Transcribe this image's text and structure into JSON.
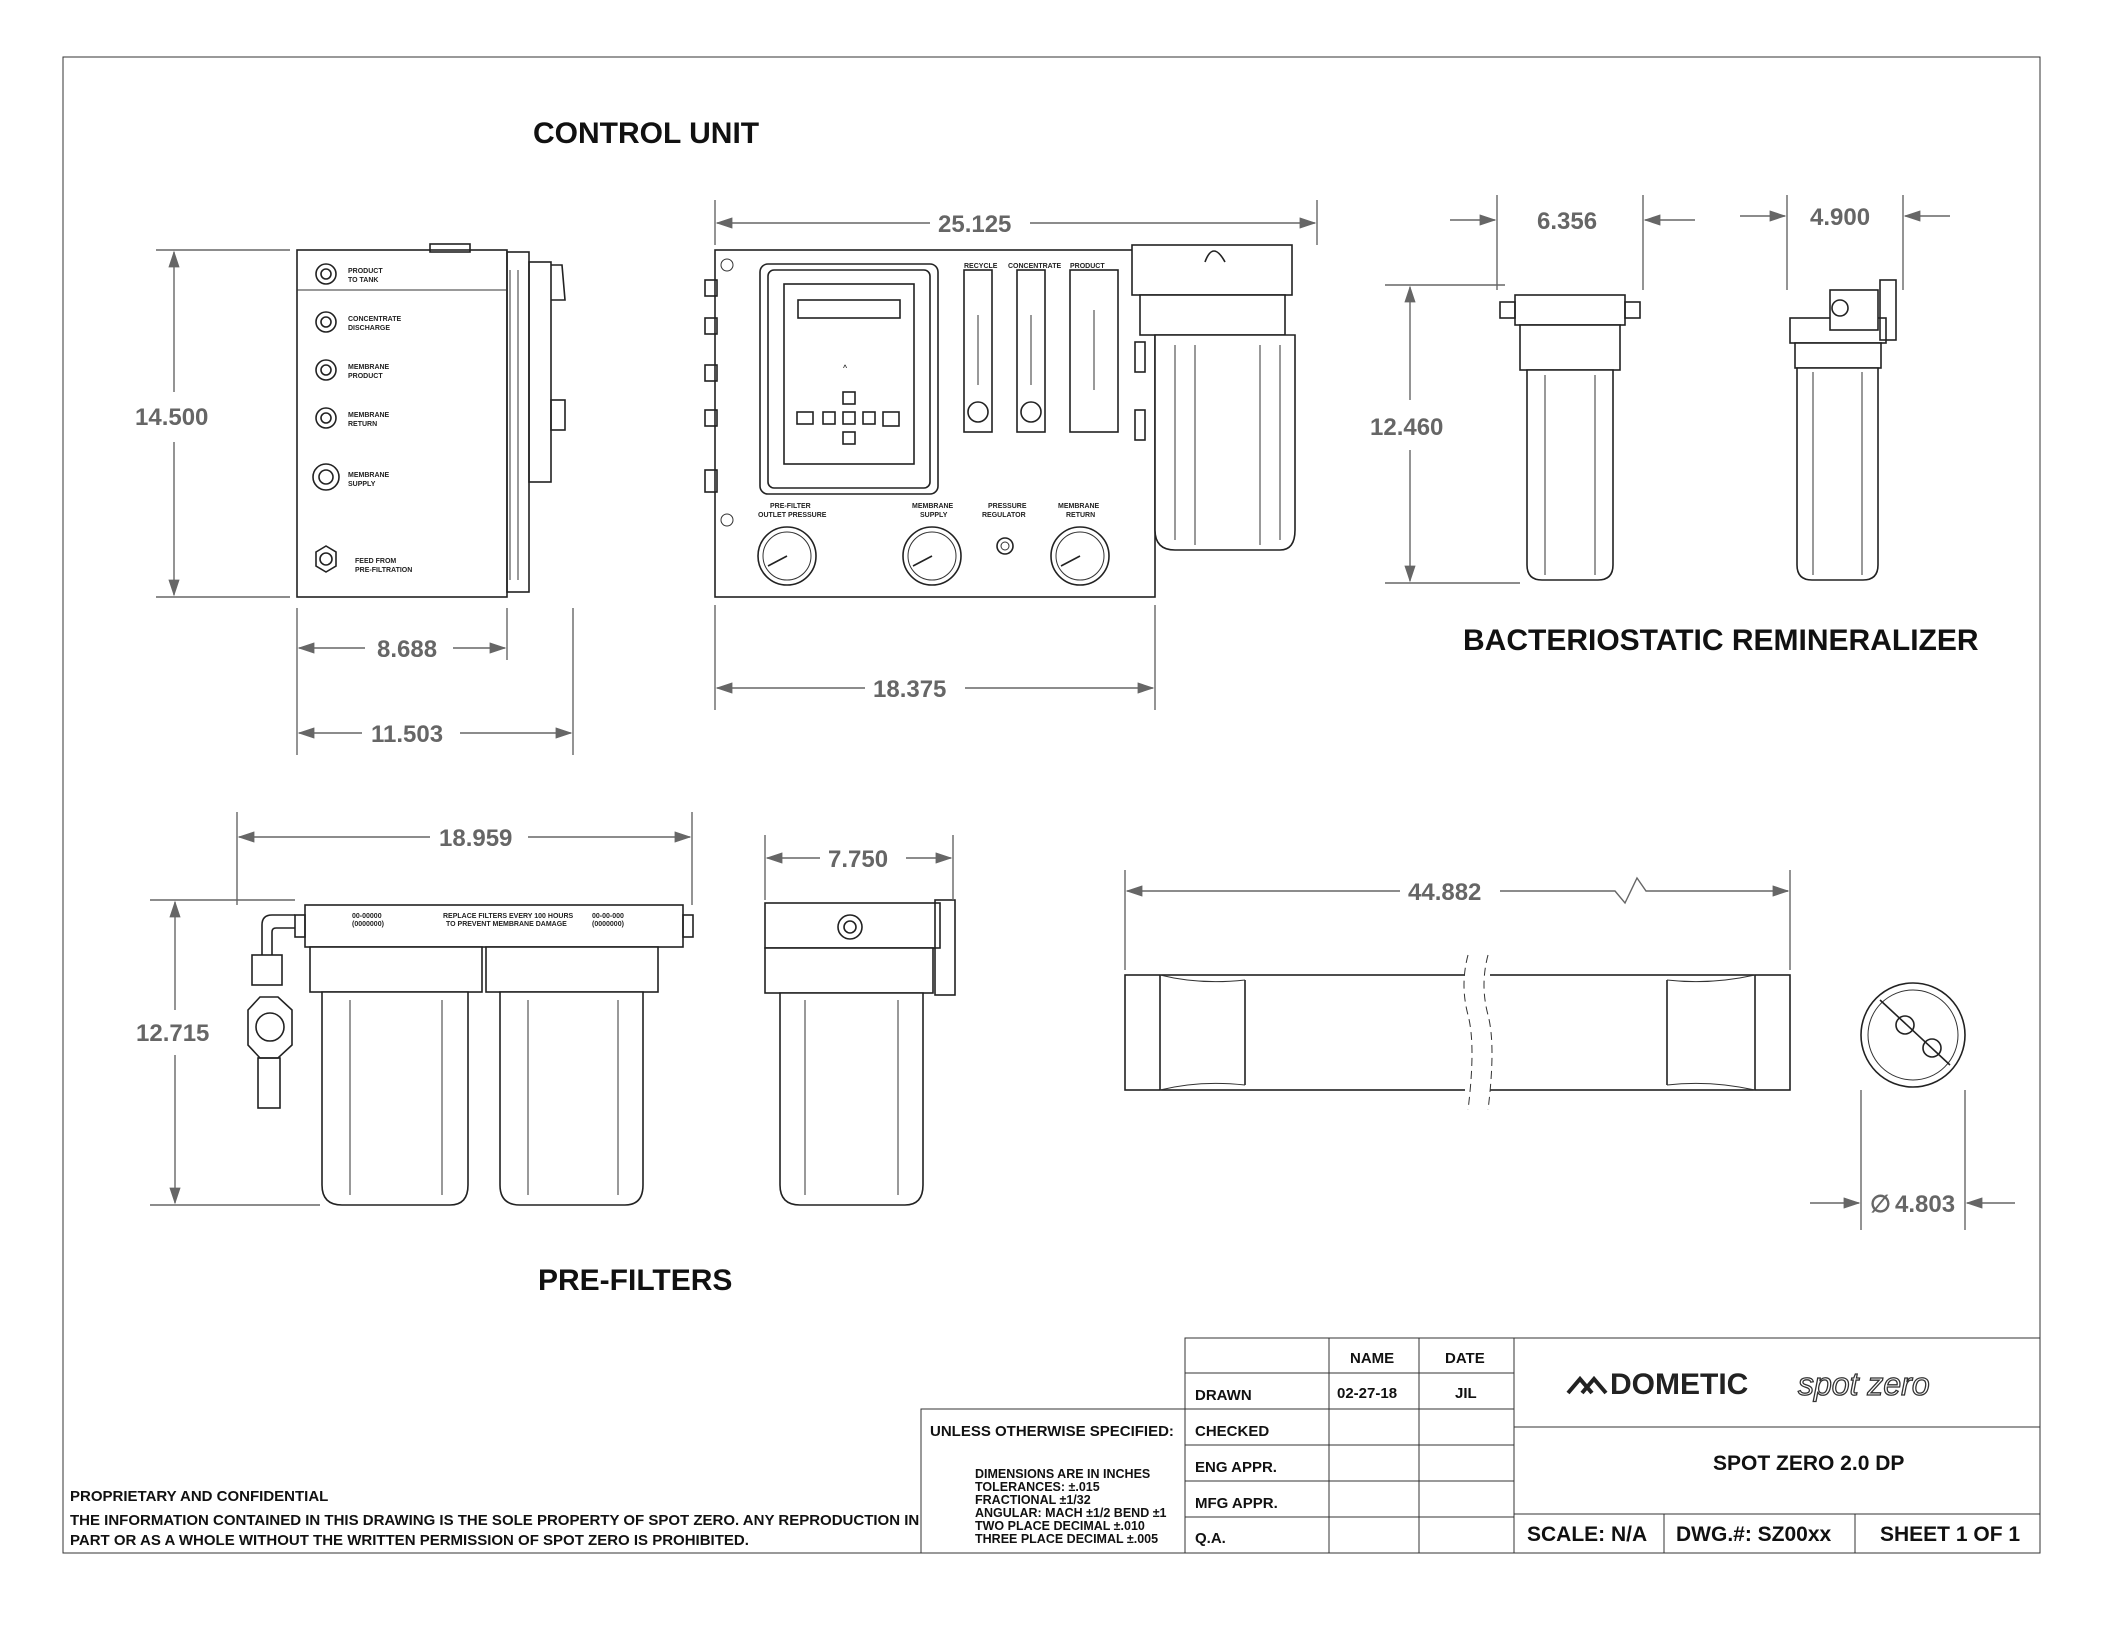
{
  "views": {
    "control_unit": {
      "title": "CONTROL UNIT"
    },
    "bacteriostatic": {
      "title": "BACTERIOSTATIC REMINERALIZER"
    },
    "prefilters": {
      "title": "PRE-FILTERS"
    }
  },
  "dimensions": {
    "cu_height": "14.500",
    "cu_depth_inner": "8.688",
    "cu_depth_outer": "11.503",
    "cu_width": "25.125",
    "cu_panel_width": "18.375",
    "br_width": "6.356",
    "br_side_width": "4.900",
    "br_height": "12.460",
    "pf_width": "18.959",
    "pf_height": "12.715",
    "pf_side_width": "7.750",
    "membrane_length": "44.882",
    "membrane_diameter": "4.803"
  },
  "side_labels": [
    {
      "line1": "PRODUCT",
      "line2": "TO TANK"
    },
    {
      "line1": "CONCENTRATE",
      "line2": "DISCHARGE"
    },
    {
      "line1": "MEMBRANE",
      "line2": "PRODUCT"
    },
    {
      "line1": "MEMBRANE",
      "line2": "RETURN"
    },
    {
      "line1": "MEMBRANE",
      "line2": "SUPPLY"
    },
    {
      "line1": "FEED FROM",
      "line2": "PRE-FILTRATION"
    }
  ],
  "front_labels": {
    "flow1": "RECYCLE",
    "flow2": "CONCENTRATE",
    "flow3": "PRODUCT",
    "gauge1": [
      "PRE-FILTER",
      "OUTLET PRESSURE"
    ],
    "gauge2": [
      "MEMBRANE",
      "SUPPLY"
    ],
    "regulator": [
      "PRESSURE",
      "REGULATOR"
    ],
    "gauge3": [
      "MEMBRANE",
      "RETURN"
    ]
  },
  "prefilter_labels": {
    "left": [
      "00-00000",
      "(0000000)"
    ],
    "center": [
      "REPLACE FILTERS EVERY 100 HOURS",
      "TO PREVENT MEMBRANE DAMAGE"
    ],
    "right": [
      "00-00-000",
      "(0000000)"
    ]
  },
  "title_block": {
    "name_header": "NAME",
    "date_header": "DATE",
    "rows": [
      {
        "label": "DRAWN",
        "name": "02-27-18",
        "date": "JIL"
      },
      {
        "label": "CHECKED",
        "name": "",
        "date": ""
      },
      {
        "label": "ENG APPR.",
        "name": "",
        "date": ""
      },
      {
        "label": "MFG APPR.",
        "name": "",
        "date": ""
      },
      {
        "label": "Q.A.",
        "name": "",
        "date": ""
      }
    ],
    "unless": "UNLESS OTHERWISE SPECIFIED:",
    "tolerances": [
      "DIMENSIONS ARE IN INCHES",
      "TOLERANCES: ±.015",
      "FRACTIONAL ±1/32",
      "ANGULAR: MACH ±1/2   BEND ±1",
      "TWO PLACE DECIMAL    ±.010",
      "THREE PLACE DECIMAL  ±.005"
    ],
    "brand1": "DOMETIC",
    "brand2": "spot zero",
    "drawing_title": "SPOT ZERO 2.0 DP",
    "scale": "SCALE: N/A",
    "dwg": "DWG.#: SZ00xx",
    "sheet": "SHEET 1 OF 1"
  },
  "notice": {
    "heading": "PROPRIETARY AND CONFIDENTIAL",
    "line1": "THE INFORMATION CONTAINED IN THIS DRAWING IS THE SOLE PROPERTY OF SPOT ZERO.  ANY REPRODUCTION IN",
    "line2": "PART OR AS A WHOLE WITHOUT THE WRITTEN PERMISSION OF SPOT ZERO IS PROHIBITED."
  }
}
